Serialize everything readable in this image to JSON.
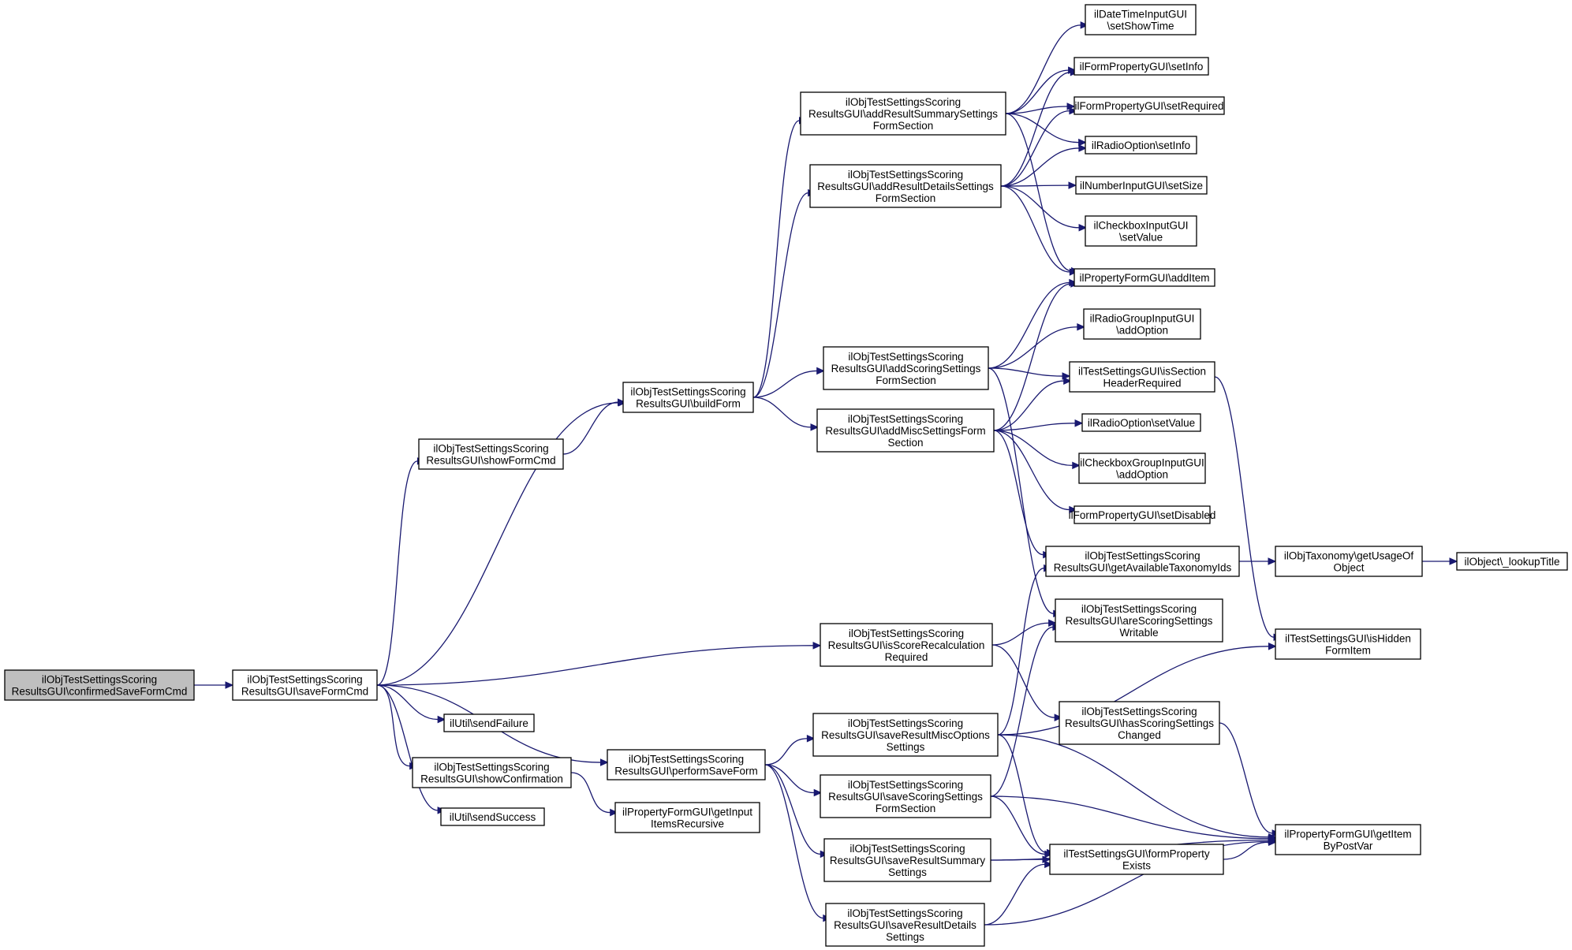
{
  "nodes": [
    {
      "id": "n0",
      "lines": [
        "ilObjTestSettingsScoring",
        "ResultsGUI\\confirmedSaveFormCmd"
      ],
      "root": true
    },
    {
      "id": "n1",
      "lines": [
        "ilObjTestSettingsScoring",
        "ResultsGUI\\saveFormCmd"
      ]
    },
    {
      "id": "n2",
      "lines": [
        "ilObjTestSettingsScoring",
        "ResultsGUI\\showFormCmd"
      ]
    },
    {
      "id": "n3",
      "lines": [
        "ilObjTestSettingsScoring",
        "ResultsGUI\\buildForm"
      ]
    },
    {
      "id": "n4",
      "lines": [
        "ilUtil\\sendFailure"
      ]
    },
    {
      "id": "n5",
      "lines": [
        "ilObjTestSettingsScoring",
        "ResultsGUI\\showConfirmation"
      ]
    },
    {
      "id": "n6",
      "lines": [
        "ilUtil\\sendSuccess"
      ]
    },
    {
      "id": "n7",
      "lines": [
        "ilObjTestSettingsScoring",
        "ResultsGUI\\performSaveForm"
      ]
    },
    {
      "id": "n8",
      "lines": [
        "ilPropertyFormGUI\\getInput",
        "ItemsRecursive"
      ]
    },
    {
      "id": "n9",
      "lines": [
        "ilObjTestSettingsScoring",
        "ResultsGUI\\addResultSummarySettings",
        "FormSection"
      ]
    },
    {
      "id": "n10",
      "lines": [
        "ilObjTestSettingsScoring",
        "ResultsGUI\\addResultDetailsSettings",
        "FormSection"
      ]
    },
    {
      "id": "n11",
      "lines": [
        "ilObjTestSettingsScoring",
        "ResultsGUI\\addScoringSettings",
        "FormSection"
      ]
    },
    {
      "id": "n12",
      "lines": [
        "ilObjTestSettingsScoring",
        "ResultsGUI\\addMiscSettingsForm",
        "Section"
      ]
    },
    {
      "id": "n13",
      "lines": [
        "ilObjTestSettingsScoring",
        "ResultsGUI\\isScoreRecalculation",
        "Required"
      ]
    },
    {
      "id": "n14",
      "lines": [
        "ilObjTestSettingsScoring",
        "ResultsGUI\\saveResultMiscOptions",
        "Settings"
      ]
    },
    {
      "id": "n15",
      "lines": [
        "ilObjTestSettingsScoring",
        "ResultsGUI\\saveScoringSettings",
        "FormSection"
      ]
    },
    {
      "id": "n16",
      "lines": [
        "ilObjTestSettingsScoring",
        "ResultsGUI\\saveResultSummary",
        "Settings"
      ]
    },
    {
      "id": "n17",
      "lines": [
        "ilObjTestSettingsScoring",
        "ResultsGUI\\saveResultDetails",
        "Settings"
      ]
    },
    {
      "id": "n18",
      "lines": [
        "ilDateTimeInputGUI",
        "\\setShowTime"
      ]
    },
    {
      "id": "n19",
      "lines": [
        "ilFormPropertyGUI\\setInfo"
      ]
    },
    {
      "id": "n20",
      "lines": [
        "ilFormPropertyGUI\\setRequired"
      ]
    },
    {
      "id": "n21",
      "lines": [
        "ilRadioOption\\setInfo"
      ]
    },
    {
      "id": "n22",
      "lines": [
        "ilNumberInputGUI\\setSize"
      ]
    },
    {
      "id": "n23",
      "lines": [
        "ilCheckboxInputGUI",
        "\\setValue"
      ]
    },
    {
      "id": "n24",
      "lines": [
        "ilPropertyFormGUI\\addItem"
      ]
    },
    {
      "id": "n25",
      "lines": [
        "ilRadioGroupInputGUI",
        "\\addOption"
      ]
    },
    {
      "id": "n26",
      "lines": [
        "ilTestSettingsGUI\\isSection",
        "HeaderRequired"
      ]
    },
    {
      "id": "n27",
      "lines": [
        "ilRadioOption\\setValue"
      ]
    },
    {
      "id": "n28",
      "lines": [
        "ilCheckboxGroupInputGUI",
        "\\addOption"
      ]
    },
    {
      "id": "n29",
      "lines": [
        "ilFormPropertyGUI\\setDisabled"
      ]
    },
    {
      "id": "n30",
      "lines": [
        "ilObjTestSettingsScoring",
        "ResultsGUI\\getAvailableTaxonomyIds"
      ]
    },
    {
      "id": "n31",
      "lines": [
        "ilObjTestSettingsScoring",
        "ResultsGUI\\areScoringSettings",
        "Writable"
      ]
    },
    {
      "id": "n32",
      "lines": [
        "ilObjTestSettingsScoring",
        "ResultsGUI\\hasScoringSettings",
        "Changed"
      ]
    },
    {
      "id": "n33",
      "lines": [
        "ilTestSettingsGUI\\formProperty",
        "Exists"
      ]
    },
    {
      "id": "n34",
      "lines": [
        "ilObjTaxonomy\\getUsageOf",
        "Object"
      ]
    },
    {
      "id": "n35",
      "lines": [
        "ilTestSettingsGUI\\isHidden",
        "FormItem"
      ]
    },
    {
      "id": "n36",
      "lines": [
        "ilPropertyFormGUI\\getItem",
        "ByPostVar"
      ]
    },
    {
      "id": "n37",
      "lines": [
        "ilObject\\_lookupTitle"
      ]
    }
  ],
  "edges": [
    [
      "n0",
      "n1"
    ],
    [
      "n1",
      "n2"
    ],
    [
      "n1",
      "n3"
    ],
    [
      "n1",
      "n4"
    ],
    [
      "n1",
      "n5"
    ],
    [
      "n1",
      "n6"
    ],
    [
      "n1",
      "n7"
    ],
    [
      "n1",
      "n13"
    ],
    [
      "n2",
      "n3"
    ],
    [
      "n3",
      "n9"
    ],
    [
      "n3",
      "n10"
    ],
    [
      "n3",
      "n11"
    ],
    [
      "n3",
      "n12"
    ],
    [
      "n5",
      "n8"
    ],
    [
      "n7",
      "n14"
    ],
    [
      "n7",
      "n15"
    ],
    [
      "n7",
      "n16"
    ],
    [
      "n7",
      "n17"
    ],
    [
      "n9",
      "n18"
    ],
    [
      "n9",
      "n19"
    ],
    [
      "n9",
      "n20"
    ],
    [
      "n9",
      "n21"
    ],
    [
      "n9",
      "n24"
    ],
    [
      "n10",
      "n19"
    ],
    [
      "n10",
      "n20"
    ],
    [
      "n10",
      "n21"
    ],
    [
      "n10",
      "n22"
    ],
    [
      "n10",
      "n23"
    ],
    [
      "n10",
      "n24"
    ],
    [
      "n11",
      "n24"
    ],
    [
      "n11",
      "n25"
    ],
    [
      "n11",
      "n26"
    ],
    [
      "n11",
      "n31"
    ],
    [
      "n12",
      "n24"
    ],
    [
      "n12",
      "n26"
    ],
    [
      "n12",
      "n27"
    ],
    [
      "n12",
      "n28"
    ],
    [
      "n12",
      "n29"
    ],
    [
      "n12",
      "n30"
    ],
    [
      "n13",
      "n31"
    ],
    [
      "n13",
      "n32"
    ],
    [
      "n14",
      "n30"
    ],
    [
      "n14",
      "n35"
    ],
    [
      "n14",
      "n33"
    ],
    [
      "n14",
      "n36"
    ],
    [
      "n15",
      "n31"
    ],
    [
      "n15",
      "n33"
    ],
    [
      "n15",
      "n36"
    ],
    [
      "n16",
      "n33"
    ],
    [
      "n16",
      "n36"
    ],
    [
      "n17",
      "n33"
    ],
    [
      "n17",
      "n36"
    ],
    [
      "n26",
      "n35"
    ],
    [
      "n30",
      "n34"
    ],
    [
      "n34",
      "n37"
    ],
    [
      "n32",
      "n36"
    ],
    [
      "n33",
      "n36"
    ]
  ]
}
